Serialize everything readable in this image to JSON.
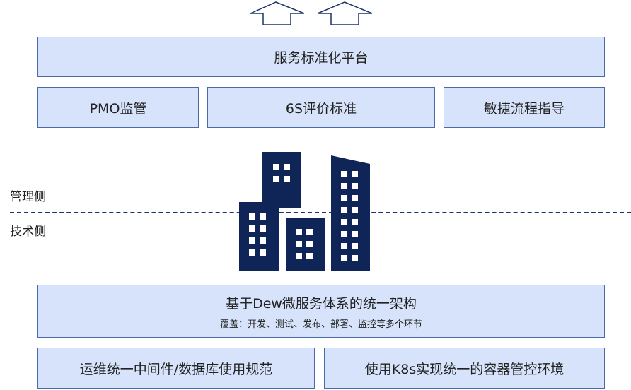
{
  "top_platform": "服务标准化平台",
  "top_row": [
    "PMO监管",
    "6S评价标准",
    "敏捷流程指导"
  ],
  "side_labels": {
    "management": "管理侧",
    "technical": "技术侧"
  },
  "architecture": {
    "title": "基于Dew微服务体系的统一架构",
    "coverage": "覆盖：开发、测试、发布、部署、监控等多个环节"
  },
  "bottom_row": [
    "运维统一中间件/数据库使用规范",
    "使用K8s实现统一的容器管控环境"
  ],
  "colors": {
    "box_fill": "#d6e3fb",
    "box_border": "#4a6aa8",
    "building": "#0f2457",
    "divider": "#1c3568"
  }
}
